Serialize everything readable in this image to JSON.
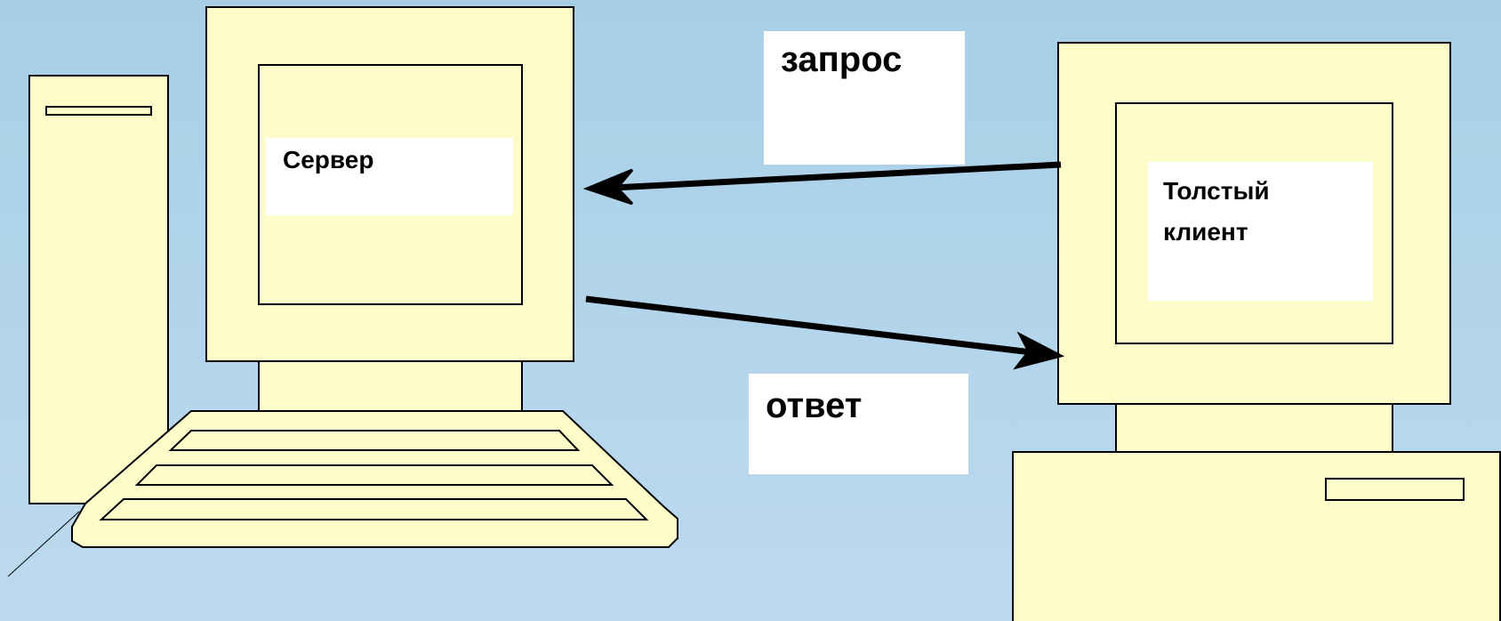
{
  "server": {
    "label": "Сервер"
  },
  "client": {
    "label_line1": "Толстый",
    "label_line2": "клиент"
  },
  "arrows": {
    "request_label": "запрос",
    "response_label": "ответ"
  },
  "colors": {
    "background_top": "#a6cfe6",
    "background_bottom": "#bcd9ee",
    "device_fill": "#fefcc8",
    "outline": "#000000",
    "label_box": "#ffffff"
  }
}
